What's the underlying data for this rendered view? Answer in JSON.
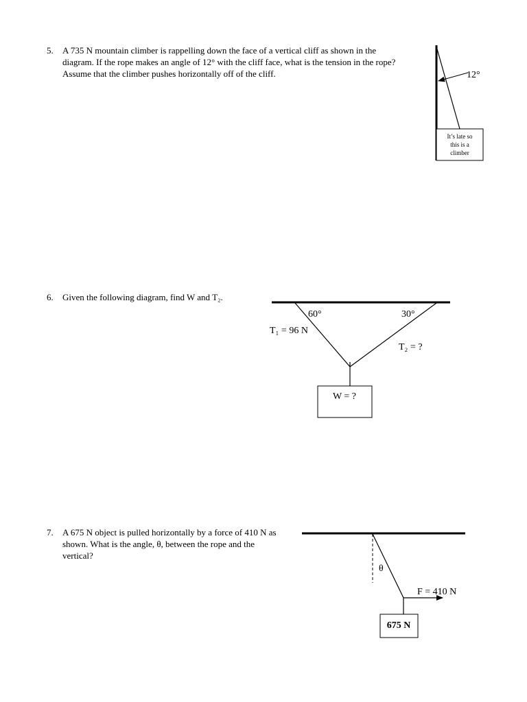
{
  "problems": [
    {
      "number": "5.",
      "lines": [
        "A 735 N mountain climber is rappelling down the face of a vertical cliff as shown in the",
        "diagram.  If the rope makes an angle of 12° with the cliff face, what is the tension in the rope?",
        "Assume that the climber pushes horizontally off of the cliff."
      ],
      "diagram": {
        "angle_label": "12°",
        "box_lines": [
          "It’s late so",
          "this is a",
          "climber"
        ]
      }
    },
    {
      "number": "6.",
      "lines": [
        "Given the following diagram, find W and T₂."
      ],
      "diagram": {
        "left_angle": "60°",
        "right_angle": "30°",
        "t1_label": "T₁ = 96 N",
        "t2_label": "T₂ = ?",
        "weight_label": "W = ?"
      }
    },
    {
      "number": "7.",
      "lines": [
        "A 675 N object is pulled horizontally by a force of 410 N as",
        "shown.  What is the angle, θ, between the rope and the",
        "vertical?"
      ],
      "diagram": {
        "theta_label": "θ",
        "force_label": "F = 410 N",
        "mass_label": "675 N"
      }
    }
  ]
}
